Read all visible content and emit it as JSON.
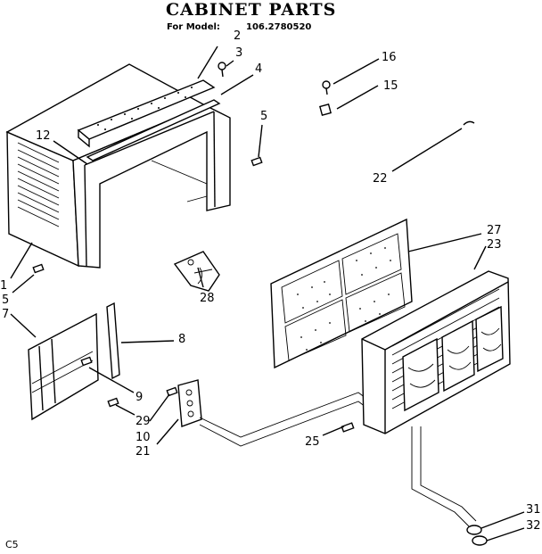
{
  "header": {
    "title": "CABINET PARTS",
    "model_label": "For Model:",
    "model_number": "106.2780520"
  },
  "footer_code": "C5",
  "callouts": [
    "1",
    "2",
    "3",
    "4",
    "5",
    "5",
    "7",
    "8",
    "9",
    "10",
    "12",
    "15",
    "16",
    "21",
    "22",
    "23",
    "25",
    "27",
    "28",
    "29",
    "31",
    "32"
  ]
}
